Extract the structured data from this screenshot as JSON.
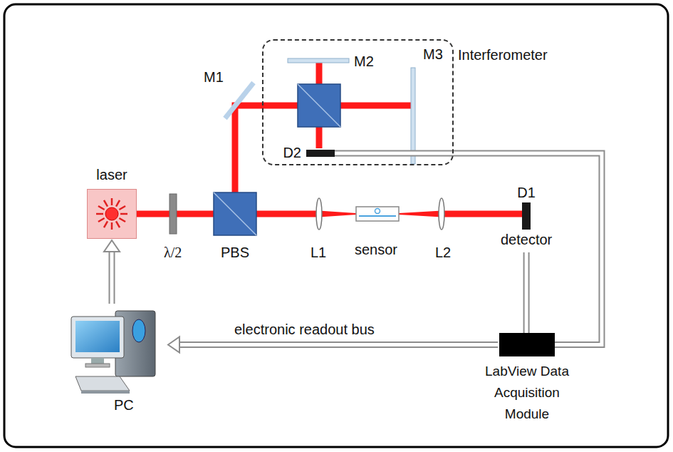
{
  "diagram": {
    "nodes": [
      {
        "text": [
          "Interferometer"
        ]
      },
      {
        "text": [
          "D2"
        ],
        "in": 0
      },
      {
        "text": [
          "laser"
        ]
      },
      {
        "text": [
          "D1",
          "detector"
        ]
      },
      {
        "text": [
          "LabView Data Acquisition Module"
        ]
      },
      {
        "text": [
          "PC"
        ]
      }
    ],
    "edges": [
      {
        "from": 5,
        "to": 2,
        "arrow": "to"
      },
      {
        "from": 4,
        "to": 5,
        "label": "electronic readout bus",
        "arrow": "to"
      },
      {
        "from": 3,
        "to": 4,
        "arrow": "none"
      },
      {
        "from": 1,
        "to": 4,
        "arrow": "none"
      }
    ],
    "labels": [
      "M1",
      "M2",
      "M3",
      "λ/2",
      "PBS",
      "L1",
      "sensor",
      "L2"
    ]
  }
}
